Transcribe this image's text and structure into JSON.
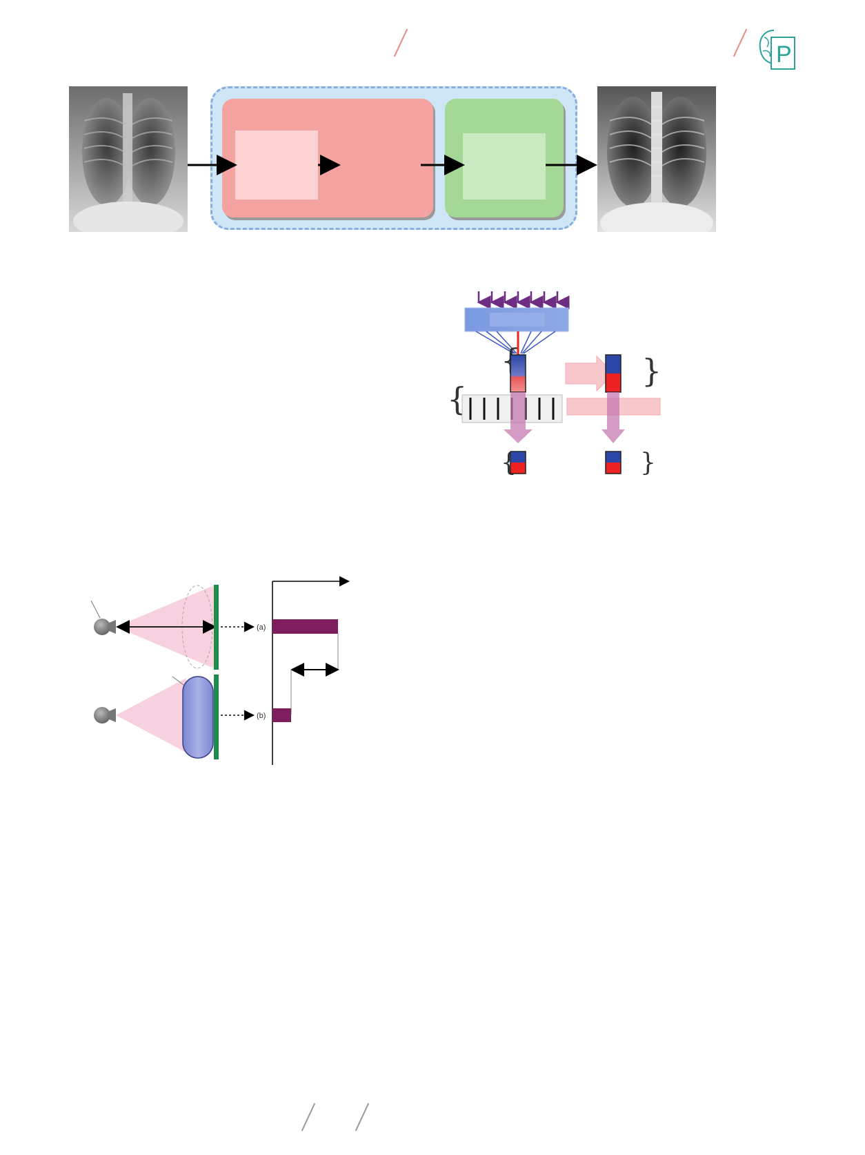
{
  "header": {
    "logo_letter": "P",
    "logo_icon": "brain-p-logo-icon"
  },
  "pipeline": {
    "input_image": "chest-xray-input",
    "output_image": "chest-xray-output",
    "colors": {
      "container": "#cfe6f6",
      "block_red": "#f4a3a0",
      "block_green": "#a3d897"
    }
  },
  "detector_diagram": {
    "colors": {
      "scintillator": "#6f92d8",
      "arrow": "#6d2d82"
    }
  },
  "attenuation_diagram": {
    "label_a": "(a)",
    "label_b": "(b)"
  }
}
